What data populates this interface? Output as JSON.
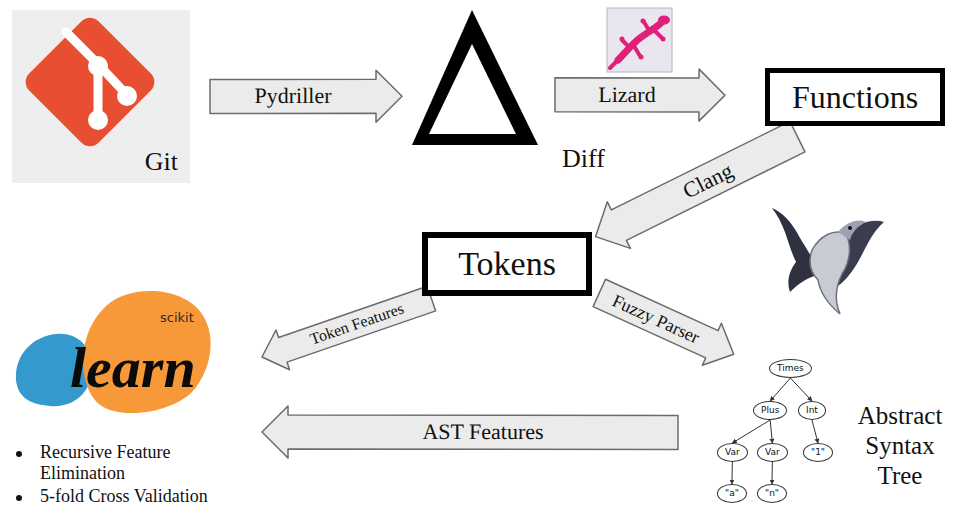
{
  "diagram": {
    "nodes": [
      {
        "text": [
          "Git"
        ]
      },
      {
        "text": [
          "Diff"
        ]
      },
      {
        "text": [
          "Functions"
        ]
      },
      {
        "text": [
          "Tokens"
        ]
      },
      {
        "text": [
          "scikit",
          "learn"
        ]
      },
      {
        "text": [
          "Abstract Syntax Tree"
        ]
      },
      {
        "text": [
          "Times"
        ],
        "in": 5
      },
      {
        "text": [
          "Plus"
        ],
        "in": 5
      },
      {
        "text": [
          "Int"
        ],
        "in": 5
      },
      {
        "text": [
          "Var"
        ],
        "in": 5
      },
      {
        "text": [
          "Var"
        ],
        "in": 5
      },
      {
        "text": [
          "\"1\""
        ],
        "in": 5
      },
      {
        "text": [
          "\"a\""
        ],
        "in": 5
      },
      {
        "text": [
          "\"n\""
        ],
        "in": 5
      }
    ],
    "edges": [
      {
        "from": 0,
        "to": 1,
        "label": "Pydriller",
        "arrow": "to"
      },
      {
        "from": 1,
        "to": 2,
        "label": "Lizard",
        "arrow": "to"
      },
      {
        "from": 2,
        "to": 3,
        "label": "Clang",
        "arrow": "to"
      },
      {
        "from": 3,
        "to": 4,
        "label": "Token Features",
        "arrow": "to"
      },
      {
        "from": 3,
        "to": 5,
        "label": "Fuzzy Parser",
        "arrow": "to"
      },
      {
        "from": 5,
        "to": 4,
        "label": "AST Features",
        "arrow": "to"
      },
      {
        "from": 6,
        "to": 7,
        "arrow": "to"
      },
      {
        "from": 6,
        "to": 8,
        "arrow": "to"
      },
      {
        "from": 7,
        "to": 9,
        "arrow": "to"
      },
      {
        "from": 7,
        "to": 10,
        "arrow": "to"
      },
      {
        "from": 8,
        "to": 11,
        "arrow": "to"
      },
      {
        "from": 9,
        "to": 12,
        "arrow": "to"
      },
      {
        "from": 10,
        "to": 13,
        "arrow": "to"
      }
    ],
    "labels": [
      "Recursive Feature Elimination",
      "5-fold Cross Validation"
    ]
  }
}
